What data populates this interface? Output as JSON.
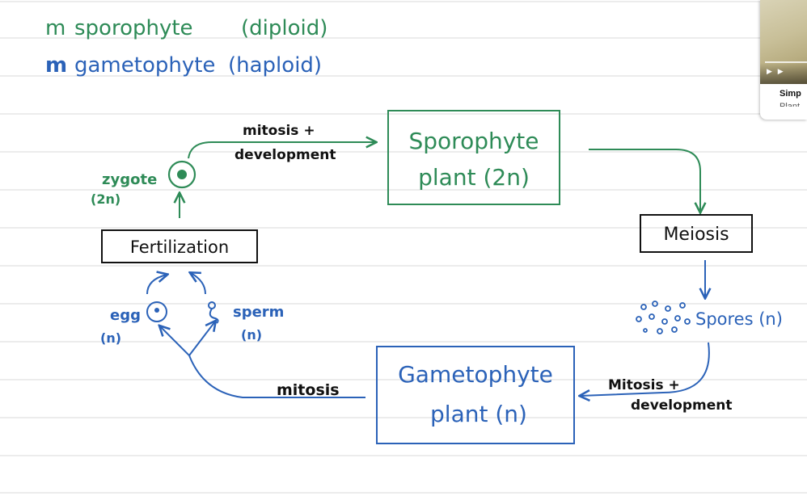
{
  "legend": {
    "sporophyte_mark": "m",
    "sporophyte_text": "sporophyte",
    "sporophyte_note": "(diploid)",
    "gametophyte_mark": "m",
    "gametophyte_text": "gametophyte",
    "gametophyte_note": "(haploid)"
  },
  "nodes": {
    "sporophyte_plant_line1": "Sporophyte",
    "sporophyte_plant_line2": "plant (2n)",
    "meiosis": "Meiosis",
    "spores": "Spores (n)",
    "gametophyte_plant_line1": "Gametophyte",
    "gametophyte_plant_line2": "plant (n)",
    "egg": "egg",
    "egg_ploidy": "(n)",
    "sperm": "sperm",
    "sperm_ploidy": "(n)",
    "fertilization": "Fertilization",
    "zygote": "zygote",
    "zygote_ploidy": "(2n)"
  },
  "edges": {
    "mitosis_development_line1": "mitosis +",
    "mitosis_development_line2": "development",
    "mitosis_development_blue_line1": "Mitosis +",
    "mitosis_development_blue_line2": "development",
    "mitosis_blue": "mitosis"
  },
  "video_thumbnail": {
    "title": "Simp",
    "subtitle": "Plant"
  },
  "colors": {
    "sporophyte_green": "#2e8b57",
    "gametophyte_blue": "#2b62b8",
    "ink_black": "#111111",
    "ruled_line": "#d9d9d9"
  }
}
